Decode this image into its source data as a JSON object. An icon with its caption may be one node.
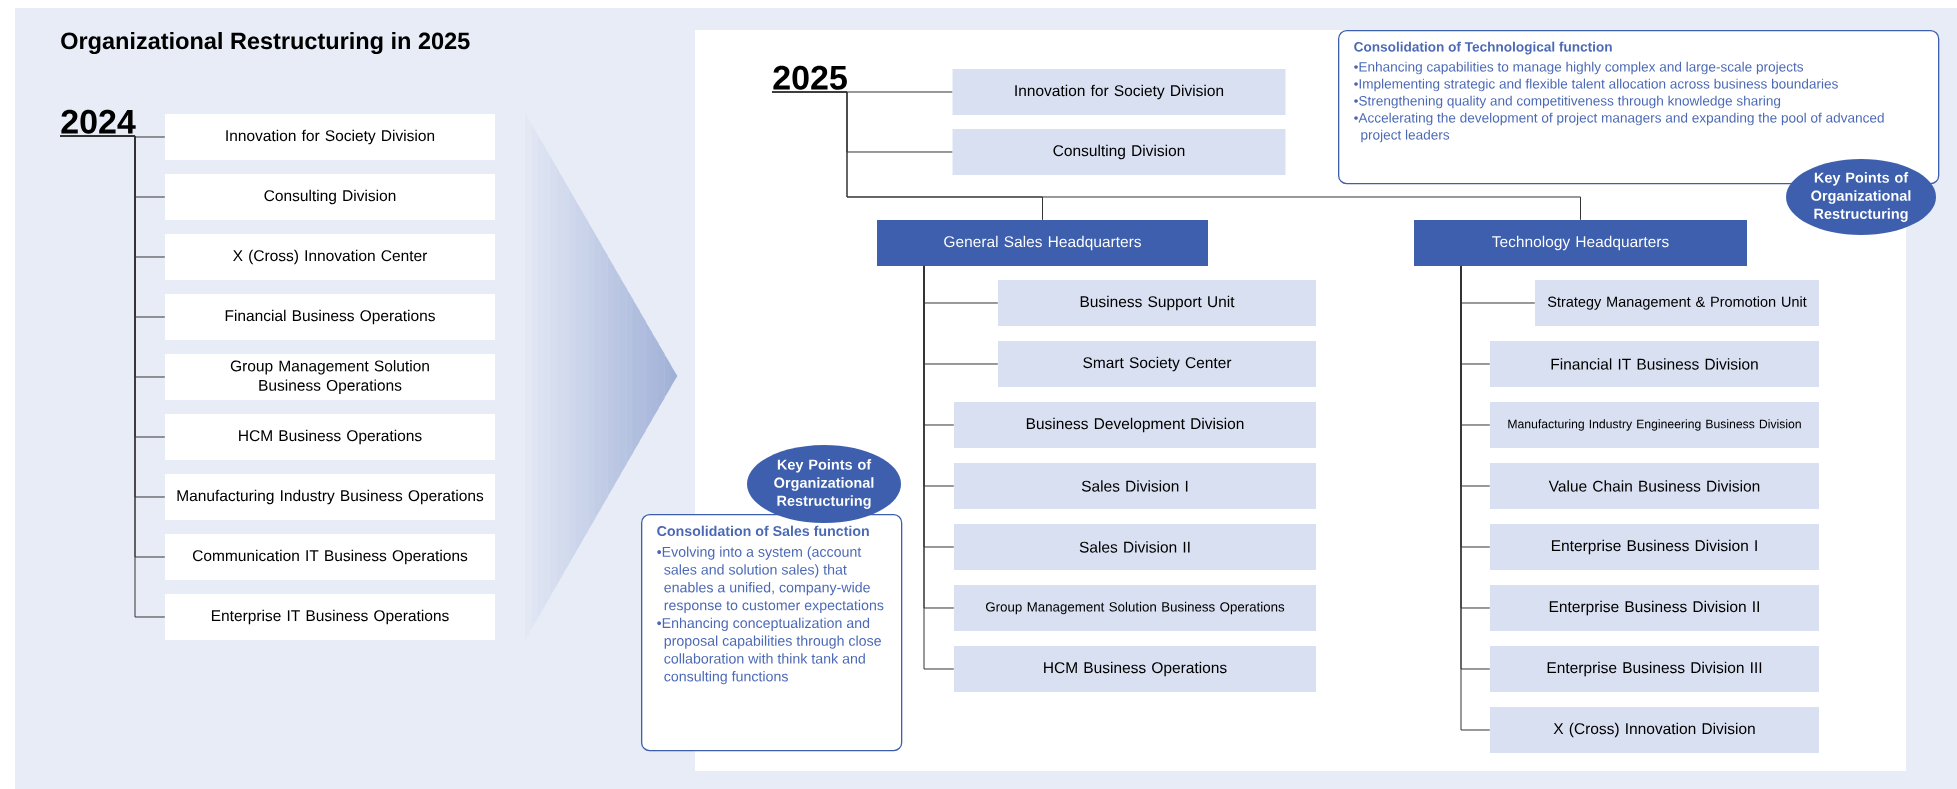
{
  "diagram": {
    "title": "Organizational Restructuring in 2025",
    "nodes": [
      {
        "text": [
          "2024"
        ]
      },
      {
        "text": [
          "Innovation for Society Division"
        ]
      },
      {
        "text": [
          "Consulting Division"
        ]
      },
      {
        "text": [
          "X (Cross) Innovation Center"
        ]
      },
      {
        "text": [
          "Financial Business Operations"
        ]
      },
      {
        "text": [
          "Group Management Solution Business Operations"
        ]
      },
      {
        "text": [
          "HCM Business Operations"
        ]
      },
      {
        "text": [
          "Manufacturing Industry Business Operations"
        ]
      },
      {
        "text": [
          "Communication IT Business Operations"
        ]
      },
      {
        "text": [
          "Enterprise IT Business Operations"
        ]
      },
      {
        "text": [
          "2025"
        ]
      },
      {
        "text": [
          "Innovation for Society Division"
        ]
      },
      {
        "text": [
          "Consulting Division"
        ]
      },
      {
        "text": [
          "General Sales Headquarters"
        ]
      },
      {
        "text": [
          "Technology Headquarters"
        ]
      },
      {
        "text": [
          "Business Support Unit"
        ]
      },
      {
        "text": [
          "Smart Society Center"
        ]
      },
      {
        "text": [
          "Business Development Division"
        ]
      },
      {
        "text": [
          "Sales Division I"
        ]
      },
      {
        "text": [
          "Sales Division II"
        ]
      },
      {
        "text": [
          "Group Management Solution Business Operations"
        ]
      },
      {
        "text": [
          "HCM Business Operations"
        ]
      },
      {
        "text": [
          "Strategy Management & Promotion Unit"
        ]
      },
      {
        "text": [
          "Financial IT Business Division"
        ]
      },
      {
        "text": [
          "Manufacturing Industry Engineering Business Division"
        ]
      },
      {
        "text": [
          "Value Chain Business Division"
        ]
      },
      {
        "text": [
          "Enterprise Business Division I"
        ]
      },
      {
        "text": [
          "Enterprise Business Division II"
        ]
      },
      {
        "text": [
          "Enterprise Business Division III"
        ]
      },
      {
        "text": [
          "X (Cross) Innovation Division"
        ]
      },
      {
        "text": [
          "Consolidation of Technological function",
          "•Enhancing capabilities to manage highly complex and large-scale projects",
          "•Implementing strategic and flexible talent allocation across business boundaries",
          "•Strengthening quality and competitiveness through knowledge sharing",
          "•Accelerating the development of project managers and expanding the pool of advanced project leaders"
        ]
      },
      {
        "text": [
          "Key Points of Organizational Restructuring"
        ]
      },
      {
        "text": [
          "Consolidation of Sales function",
          "•Evolving into a system (account sales and solution sales) that enables a unified, company-wide response to customer expectations",
          "•Enhancing conceptualization and proposal capabilities through close collaboration with think tank and consulting functions"
        ]
      },
      {
        "text": [
          "Key Points of Organizational Restructuring"
        ]
      }
    ],
    "edges": [
      {
        "from": 0,
        "to": 1,
        "arrow": "none"
      },
      {
        "from": 0,
        "to": 2,
        "arrow": "none"
      },
      {
        "from": 0,
        "to": 3,
        "arrow": "none"
      },
      {
        "from": 0,
        "to": 4,
        "arrow": "none"
      },
      {
        "from": 0,
        "to": 5,
        "arrow": "none"
      },
      {
        "from": 0,
        "to": 6,
        "arrow": "none"
      },
      {
        "from": 0,
        "to": 7,
        "arrow": "none"
      },
      {
        "from": 0,
        "to": 8,
        "arrow": "none"
      },
      {
        "from": 0,
        "to": 9,
        "arrow": "none"
      },
      {
        "from": 10,
        "to": 11,
        "arrow": "none"
      },
      {
        "from": 10,
        "to": 12,
        "arrow": "none"
      },
      {
        "from": 10,
        "to": 13,
        "arrow": "none"
      },
      {
        "from": 10,
        "to": 14,
        "arrow": "none"
      },
      {
        "from": 13,
        "to": 15,
        "arrow": "none"
      },
      {
        "from": 13,
        "to": 16,
        "arrow": "none"
      },
      {
        "from": 13,
        "to": 17,
        "arrow": "none"
      },
      {
        "from": 13,
        "to": 18,
        "arrow": "none"
      },
      {
        "from": 13,
        "to": 19,
        "arrow": "none"
      },
      {
        "from": 13,
        "to": 20,
        "arrow": "none"
      },
      {
        "from": 13,
        "to": 21,
        "arrow": "none"
      },
      {
        "from": 14,
        "to": 22,
        "arrow": "none"
      },
      {
        "from": 14,
        "to": 23,
        "arrow": "none"
      },
      {
        "from": 14,
        "to": 24,
        "arrow": "none"
      },
      {
        "from": 14,
        "to": 25,
        "arrow": "none"
      },
      {
        "from": 14,
        "to": 26,
        "arrow": "none"
      },
      {
        "from": 14,
        "to": 27,
        "arrow": "none"
      },
      {
        "from": 14,
        "to": 28,
        "arrow": "none"
      },
      {
        "from": 14,
        "to": 29,
        "arrow": "none"
      }
    ]
  }
}
